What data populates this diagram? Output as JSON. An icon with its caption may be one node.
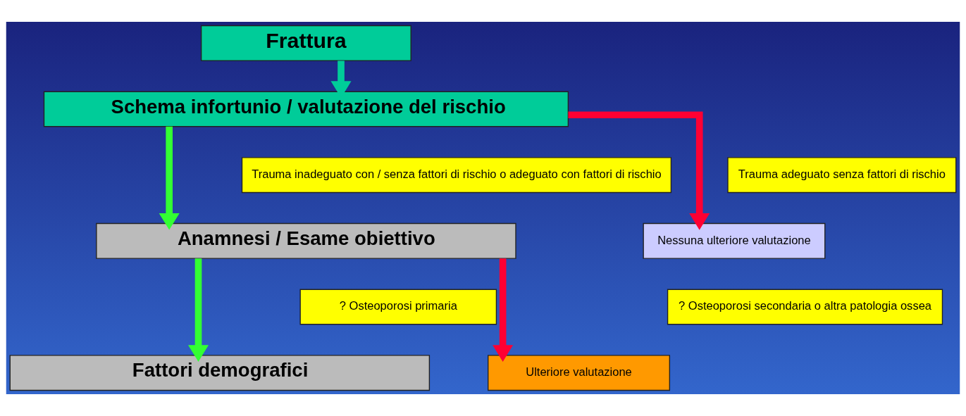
{
  "diagram": {
    "nodes": [
      {
        "text": [
          "Frattura"
        ]
      },
      {
        "text": [
          "Schema infortunio / valutazione del rischio"
        ]
      },
      {
        "text": [
          "Trauma inadeguato con / senza fattori di rischio o adeguato con fattori di rischio"
        ]
      },
      {
        "text": [
          "Trauma adeguato senza fattori di rischio"
        ]
      },
      {
        "text": [
          "Nessuna ulteriore valutazione"
        ]
      },
      {
        "text": [
          "Anamnesi / Esame obiettivo"
        ]
      },
      {
        "text": [
          "? Osteoporosi primaria"
        ]
      },
      {
        "text": [
          "? Osteoporosi secondaria o altra patologia ossea"
        ]
      },
      {
        "text": [
          "Ulteriore valutazione"
        ]
      },
      {
        "text": [
          "Fattori demografici"
        ]
      }
    ],
    "edges": [
      {
        "from": 0,
        "to": 1,
        "arrow": "to",
        "color": "#00cc99"
      },
      {
        "from": 1,
        "to": 5,
        "arrow": "to",
        "color": "#33ff33"
      },
      {
        "from": 1,
        "to": 4,
        "arrow": "to",
        "color": "#ff0033"
      },
      {
        "from": 5,
        "to": 9,
        "arrow": "to",
        "color": "#33ff33"
      },
      {
        "from": 5,
        "to": 8,
        "arrow": "to",
        "color": "#ff0033"
      }
    ]
  }
}
